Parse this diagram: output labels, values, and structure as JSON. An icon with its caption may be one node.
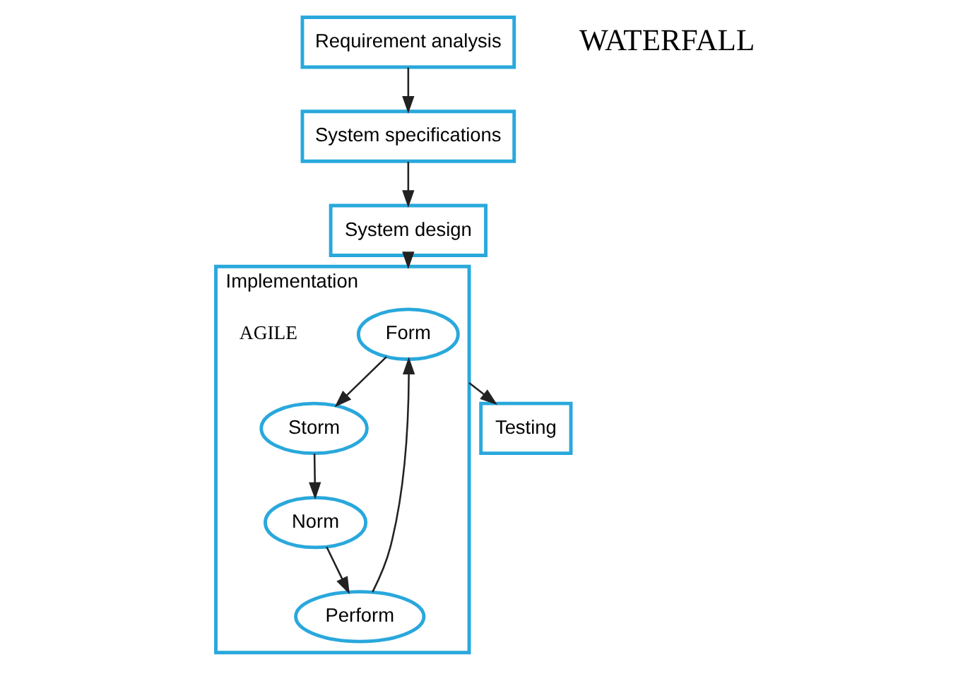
{
  "diagram": {
    "nodes": [
      {
        "text": [
          "Requirement analysis"
        ]
      },
      {
        "text": [
          "System specifications"
        ]
      },
      {
        "text": [
          "System design"
        ]
      },
      {
        "text": [
          "Implementation"
        ]
      },
      {
        "text": [
          "Form"
        ],
        "in": 3
      },
      {
        "text": [
          "Storm"
        ],
        "in": 3
      },
      {
        "text": [
          "Perform"
        ],
        "in": 3
      },
      {
        "text": [
          "Norm"
        ],
        "in": 3
      },
      {
        "text": [
          "Testing"
        ]
      }
    ],
    "edges": [
      {
        "from": 0,
        "to": 1,
        "arrow": "to"
      },
      {
        "from": 1,
        "to": 2,
        "arrow": "to"
      },
      {
        "from": 2,
        "to": 3,
        "arrow": "to"
      },
      {
        "from": 4,
        "to": 5,
        "arrow": "to"
      },
      {
        "from": 5,
        "to": 7,
        "arrow": "to"
      },
      {
        "from": 7,
        "to": 6,
        "arrow": "to"
      },
      {
        "from": 6,
        "to": 4,
        "arrow": "to"
      },
      {
        "from": 3,
        "to": 8,
        "arrow": "to"
      }
    ],
    "labels": [
      "WATERFALL",
      "AGILE"
    ]
  }
}
